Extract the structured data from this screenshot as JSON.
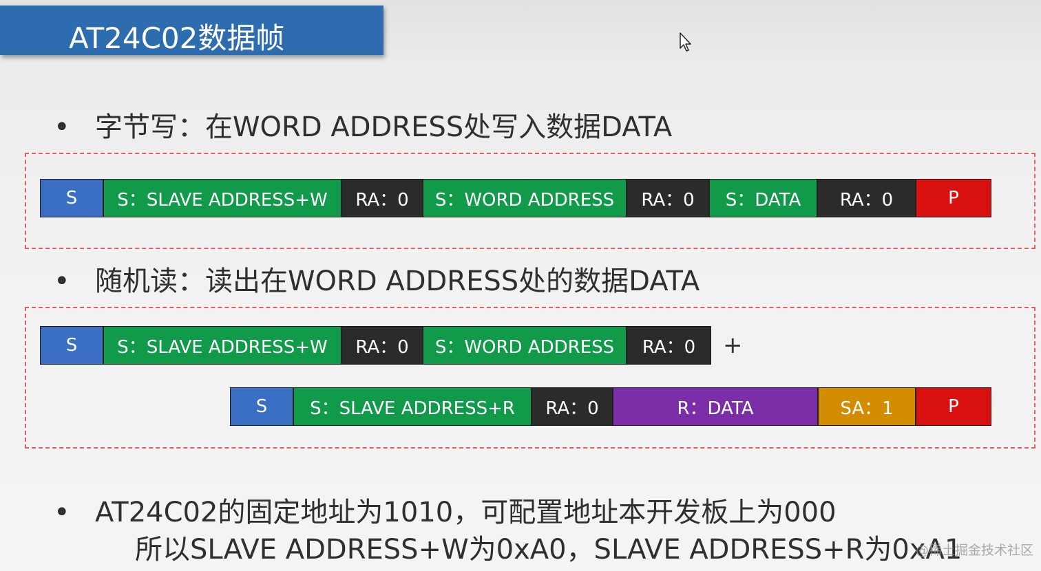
{
  "title": "AT24C02数据帧",
  "section1": {
    "bullet": "•",
    "text": "字节写：在WORD ADDRESS处写入数据DATA"
  },
  "section2": {
    "bullet": "•",
    "text": "随机读：读出在WORD ADDRESS处的数据DATA"
  },
  "section3": {
    "bullet": "•",
    "line1": "AT24C02的固定地址为1010，可配置地址本开发板上为000",
    "line2": "所以SLAVE ADDRESS+W为0xA0，SLAVE ADDRESS+R为0xA1"
  },
  "colors": {
    "start": "#3b6fc4",
    "send": "#119a4a",
    "ack": "#2b2b2b",
    "read": "#7c2ea8",
    "nack": "#d38b00",
    "stop": "#d81010",
    "dash": "#e06060",
    "title_bg": "#2e6cb0"
  },
  "frames": {
    "byte_write": [
      {
        "label": "S",
        "type": "start"
      },
      {
        "label": "S：SLAVE ADDRESS+W",
        "type": "send"
      },
      {
        "label": "RA：0",
        "type": "ack"
      },
      {
        "label": "S：WORD ADDRESS",
        "type": "send"
      },
      {
        "label": "RA：0",
        "type": "ack"
      },
      {
        "label": "S：DATA",
        "type": "send"
      },
      {
        "label": "RA：0",
        "type": "ack"
      },
      {
        "label": "P",
        "type": "stop"
      }
    ],
    "random_read_1": [
      {
        "label": "S",
        "type": "start"
      },
      {
        "label": "S：SLAVE ADDRESS+W",
        "type": "send"
      },
      {
        "label": "RA：0",
        "type": "ack"
      },
      {
        "label": "S：WORD ADDRESS",
        "type": "send"
      },
      {
        "label": "RA：0",
        "type": "ack"
      }
    ],
    "plus": "+",
    "random_read_2": [
      {
        "label": "S",
        "type": "start"
      },
      {
        "label": "S：SLAVE ADDRESS+R",
        "type": "send"
      },
      {
        "label": "RA：0",
        "type": "ack"
      },
      {
        "label": "R：DATA",
        "type": "read"
      },
      {
        "label": "SA：1",
        "type": "nack"
      },
      {
        "label": "P",
        "type": "stop"
      }
    ]
  },
  "watermark": "@稀土掘金技术社区"
}
